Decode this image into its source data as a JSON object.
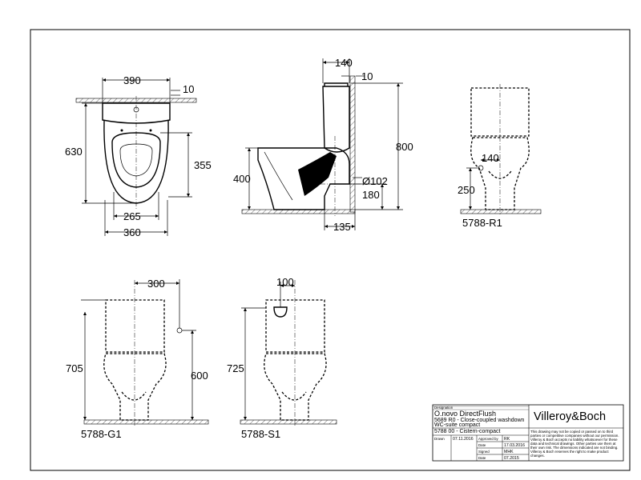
{
  "dimensions": {
    "top_width": "390",
    "top_gap": "10",
    "top_length": "630",
    "top_seat": "355",
    "top_bottom_inner": "265",
    "top_bottom_outer": "360",
    "side_tank_depth": "140",
    "side_gap": "10",
    "side_height": "800",
    "side_seat_height": "400",
    "side_outlet_dia": "Ø102",
    "side_outlet_height": "180",
    "side_outlet_offset": "135",
    "r1_offset": "140",
    "r1_height": "250",
    "g1_offset": "300",
    "g1_height": "705",
    "g1_inlet_height": "600",
    "s1_offset": "100",
    "s1_height": "725"
  },
  "variants": {
    "r1": "5788-R1",
    "g1": "5788-G1",
    "s1": "5788-S1"
  },
  "title_block": {
    "designation_label": "Designation",
    "product_name": "O.novo DirectFlush",
    "line1": "5689 R0 - Close-coupled washdown",
    "line2": "WC-suite compact",
    "line3": "5788 00 - Cistern-compact",
    "brand": "Villeroy&Boch",
    "drawn_label": "Drawn",
    "drawn_date": "07.11.2016",
    "approved_label": "Approved by",
    "approved_value": "RK",
    "date_label": "Date",
    "approved_date": "17.03.2016",
    "signed_label": "Signed",
    "signed_value": "MHK",
    "date2_label": "Date",
    "signed_date": "07.2015",
    "disclaimer": [
      "This drawing may not be copied or passed on to third",
      "parties or competitive companies without our permission.",
      "Villeroy & Boch accepts no liability whatsoever for these",
      "data and technical drawings. Other parties use them at",
      "their own risk. The dimensions indicated are not binding.",
      "Villeroy & Boch reserves the right to make product",
      "changes."
    ]
  }
}
